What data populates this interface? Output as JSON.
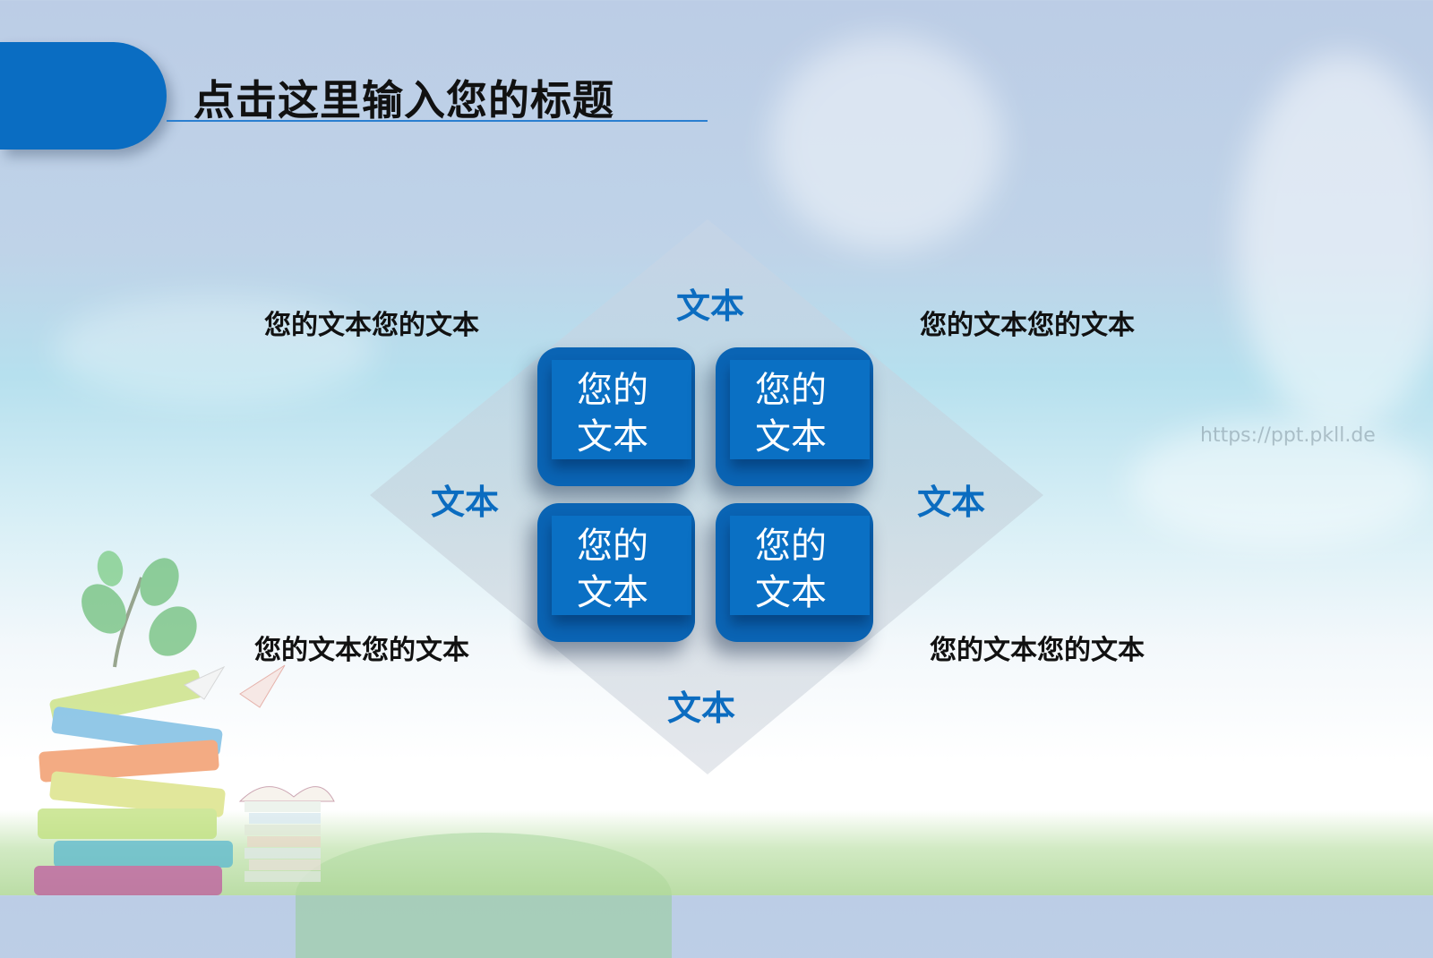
{
  "slide": {
    "title": "点击这里输入您的标题",
    "watermark": "https://ppt.pkll.de",
    "colors": {
      "accent_blue": "#0a6dc2",
      "label_blue": "#0b6cc0",
      "tile_face": "#0a70c4",
      "tile_edge": "#0a64b4",
      "text_dark": "#111111"
    }
  },
  "diagram": {
    "tiles": [
      {
        "line1": "您的",
        "line2": "文本"
      },
      {
        "line1": "您的",
        "line2": "文本"
      },
      {
        "line1": "您的",
        "line2": "文本"
      },
      {
        "line1": "您的",
        "line2": "文本"
      }
    ],
    "axis_labels": {
      "top": "文本",
      "left": "文本",
      "right": "文本",
      "bottom": "文本"
    },
    "corner_texts": {
      "top_left": "您的文本您的文本",
      "top_right": "您的文本您的文本",
      "bottom_left": "您的文本您的文本",
      "bottom_right": "您的文本您的文本"
    }
  },
  "decorations": {
    "icons": [
      "book-stack-illustration",
      "sprout-icon",
      "paper-plane-icon",
      "open-book-icon",
      "grass-illustration",
      "cloud-background"
    ]
  }
}
